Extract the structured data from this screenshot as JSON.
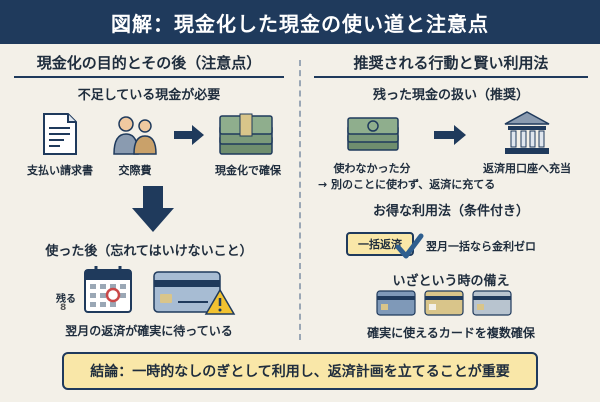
{
  "header": {
    "title": "図解：現金化した現金の使い道と注意点"
  },
  "left": {
    "title": "現金化の目的とその後（注意点）",
    "section1_title": "不足している現金が必要",
    "items": [
      {
        "label": "支払い請求書",
        "icon": "invoice-icon"
      },
      {
        "label": "交際費",
        "icon": "people-icon"
      },
      {
        "label": "現金化で確保",
        "icon": "money-stack-icon"
      }
    ],
    "section2_title": "使った後（忘れてはいけないこと）",
    "remaining_label": "残る",
    "calendar_digit": "8",
    "bottom_text": "翌月の返済が確実に待っている"
  },
  "right": {
    "title": "推奨される行動と賢い利用法",
    "section1_title": "残った現金の扱い（推奨）",
    "unused_label": "使わなかった分",
    "bank_label": "返済用口座へ充当",
    "note": "→ 別のことに使わず、返済に充てる",
    "section2_title": "お得な利用法（条件付き）",
    "badge": "一括返済",
    "badge_note": "翌月一括なら金利ゼロ",
    "section3_title": "いざという時の備え",
    "cards_note": "確実に使えるカードを複数確保"
  },
  "conclusion": "結論：一時的なしのぎとして利用し、返済計画を立てることが重要",
  "colors": {
    "navy": "#1f3a5c",
    "accent_yellow": "#f9e7a8",
    "money_green": "#7b9a7a",
    "warning": "#f2c230",
    "check_blue": "#2f5f8f",
    "calendar_red": "#c94848"
  }
}
